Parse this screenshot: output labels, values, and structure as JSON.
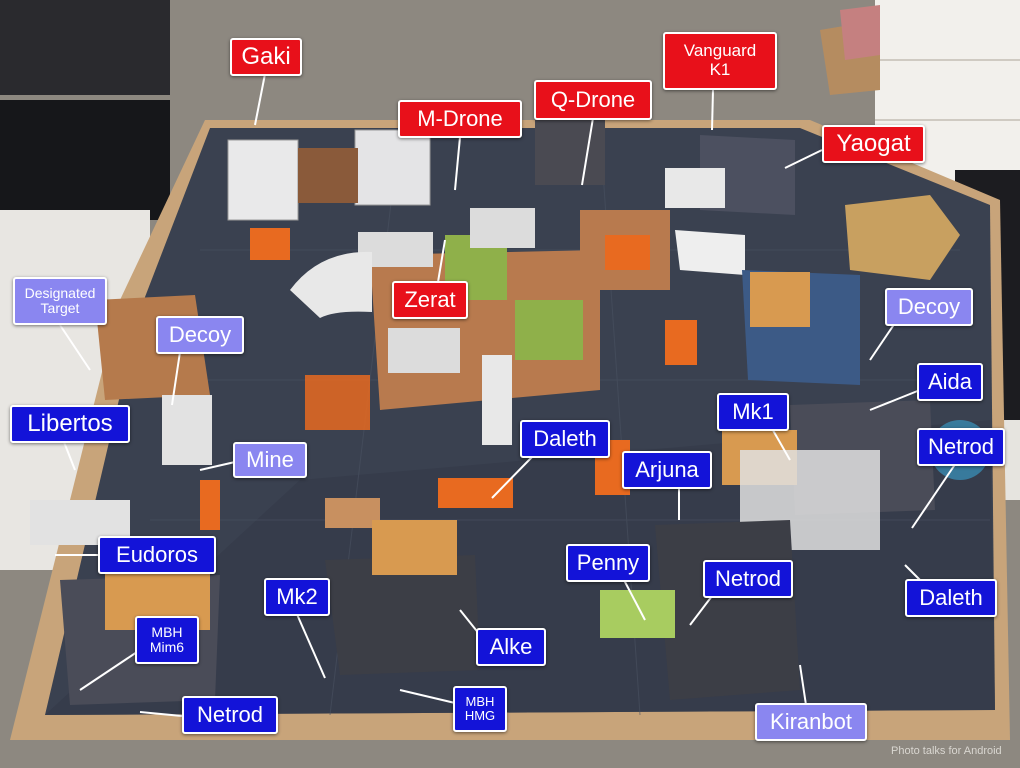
{
  "labels": {
    "gaki": "Gaki",
    "m_drone": "M-Drone",
    "q_drone": "Q-Drone",
    "vanguard_k1": "Vanguard\nK1",
    "yaogat": "Yaogat",
    "zerat": "Zerat",
    "designated_target": "Designated\nTarget",
    "decoy_left": "Decoy",
    "decoy_right": "Decoy",
    "libertos": "Libertos",
    "mine": "Mine",
    "daleth_center": "Daleth",
    "arjuna": "Arjuna",
    "mk1": "Mk1",
    "aida": "Aida",
    "netrod_right": "Netrod",
    "eudoros": "Eudoros",
    "penny": "Penny",
    "netrod_mid": "Netrod",
    "mk2": "Mk2",
    "alke": "Alke",
    "mbh_mim6": "MBH\nMim6",
    "daleth_right": "Daleth",
    "netrod_left": "Netrod",
    "mbh_hmg": "MBH\nHMG",
    "kiranbot": "Kiranbot"
  },
  "credit": "Photo talks for Android",
  "colors": {
    "enemy_label": "#e8101a",
    "friendly_label": "#1313d8",
    "marker_label": "#8a86f0"
  }
}
